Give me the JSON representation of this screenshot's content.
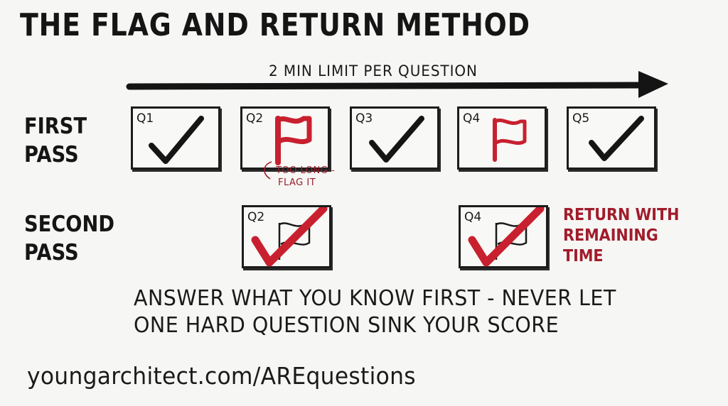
{
  "title": "THE FLAG AND RETURN METHOD",
  "timeline": {
    "label": "2 MIN LIMIT PER QUESTION"
  },
  "first_pass": {
    "label_line1": "FIRST",
    "label_line2": "PASS",
    "questions": [
      {
        "id": "Q1",
        "status": "answered",
        "icon": "checkmark-icon"
      },
      {
        "id": "Q2",
        "status": "flagged",
        "icon": "red-flag-icon"
      },
      {
        "id": "Q3",
        "status": "answered",
        "icon": "checkmark-icon"
      },
      {
        "id": "Q4",
        "status": "flagged",
        "icon": "red-flag-icon"
      },
      {
        "id": "Q5",
        "status": "answered",
        "icon": "checkmark-icon"
      }
    ],
    "flag_note_line1": "TOO LONG -",
    "flag_note_line2": "FLAG IT"
  },
  "second_pass": {
    "label_line1": "SECOND",
    "label_line2": "PASS",
    "questions": [
      {
        "id": "Q2",
        "status": "answered-on-return",
        "icon": "red-checkmark-over-flag-icon"
      },
      {
        "id": "Q4",
        "status": "answered-on-return",
        "icon": "red-checkmark-over-flag-icon"
      }
    ],
    "note_line1": "RETURN WITH",
    "note_line2": "REMAINING",
    "note_line3": "TIME"
  },
  "tagline": {
    "line1": "ANSWER WHAT YOU KNOW FIRST - NEVER LET",
    "line2": "ONE HARD QUESTION SINK YOUR SCORE"
  },
  "footer_url": "youngarchitect.com/AREquestions",
  "colors": {
    "ink": "#1a1a1a",
    "accent_red": "#c8202f",
    "note_red": "#a11c2b",
    "background": "#f6f6f4"
  }
}
